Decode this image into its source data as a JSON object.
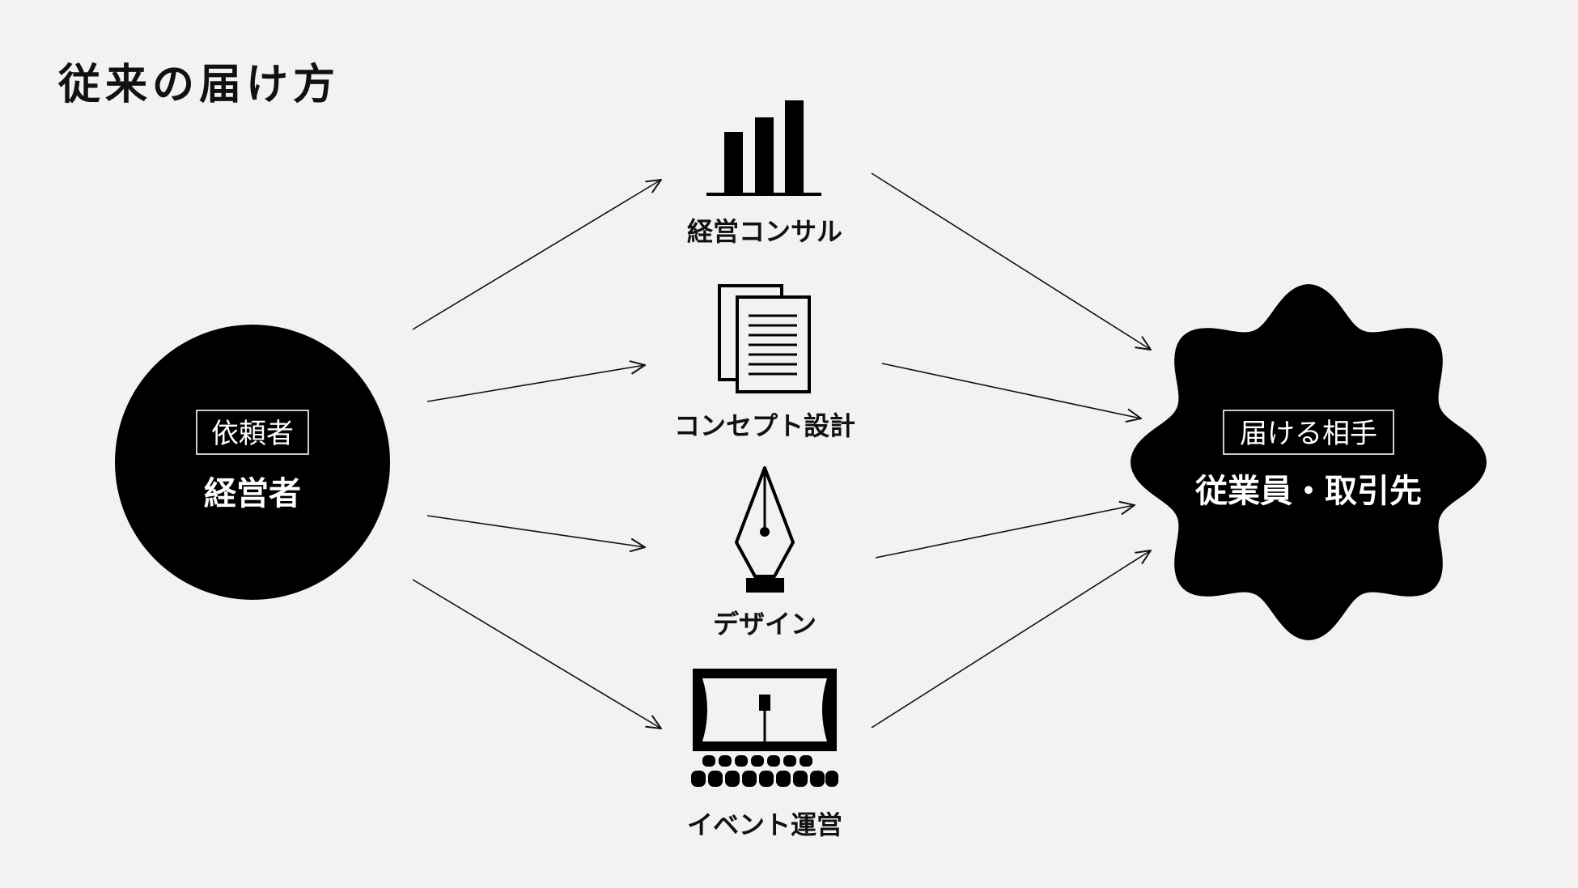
{
  "title": "従来の届け方",
  "requester": {
    "role_label": "依頼者",
    "name": "経営者"
  },
  "services": [
    {
      "label": "経営コンサル",
      "icon": "bar-chart-icon"
    },
    {
      "label": "コンセプト設計",
      "icon": "documents-icon"
    },
    {
      "label": "デザイン",
      "icon": "fountain-pen-nib-icon"
    },
    {
      "label": "イベント運営",
      "icon": "stage-audience-icon"
    }
  ],
  "recipient": {
    "role_label": "届ける相手",
    "name": "従業員・取引先"
  },
  "colors": {
    "background": "#f3f2f0",
    "ink": "#111111",
    "node_text": "#ffffff"
  }
}
